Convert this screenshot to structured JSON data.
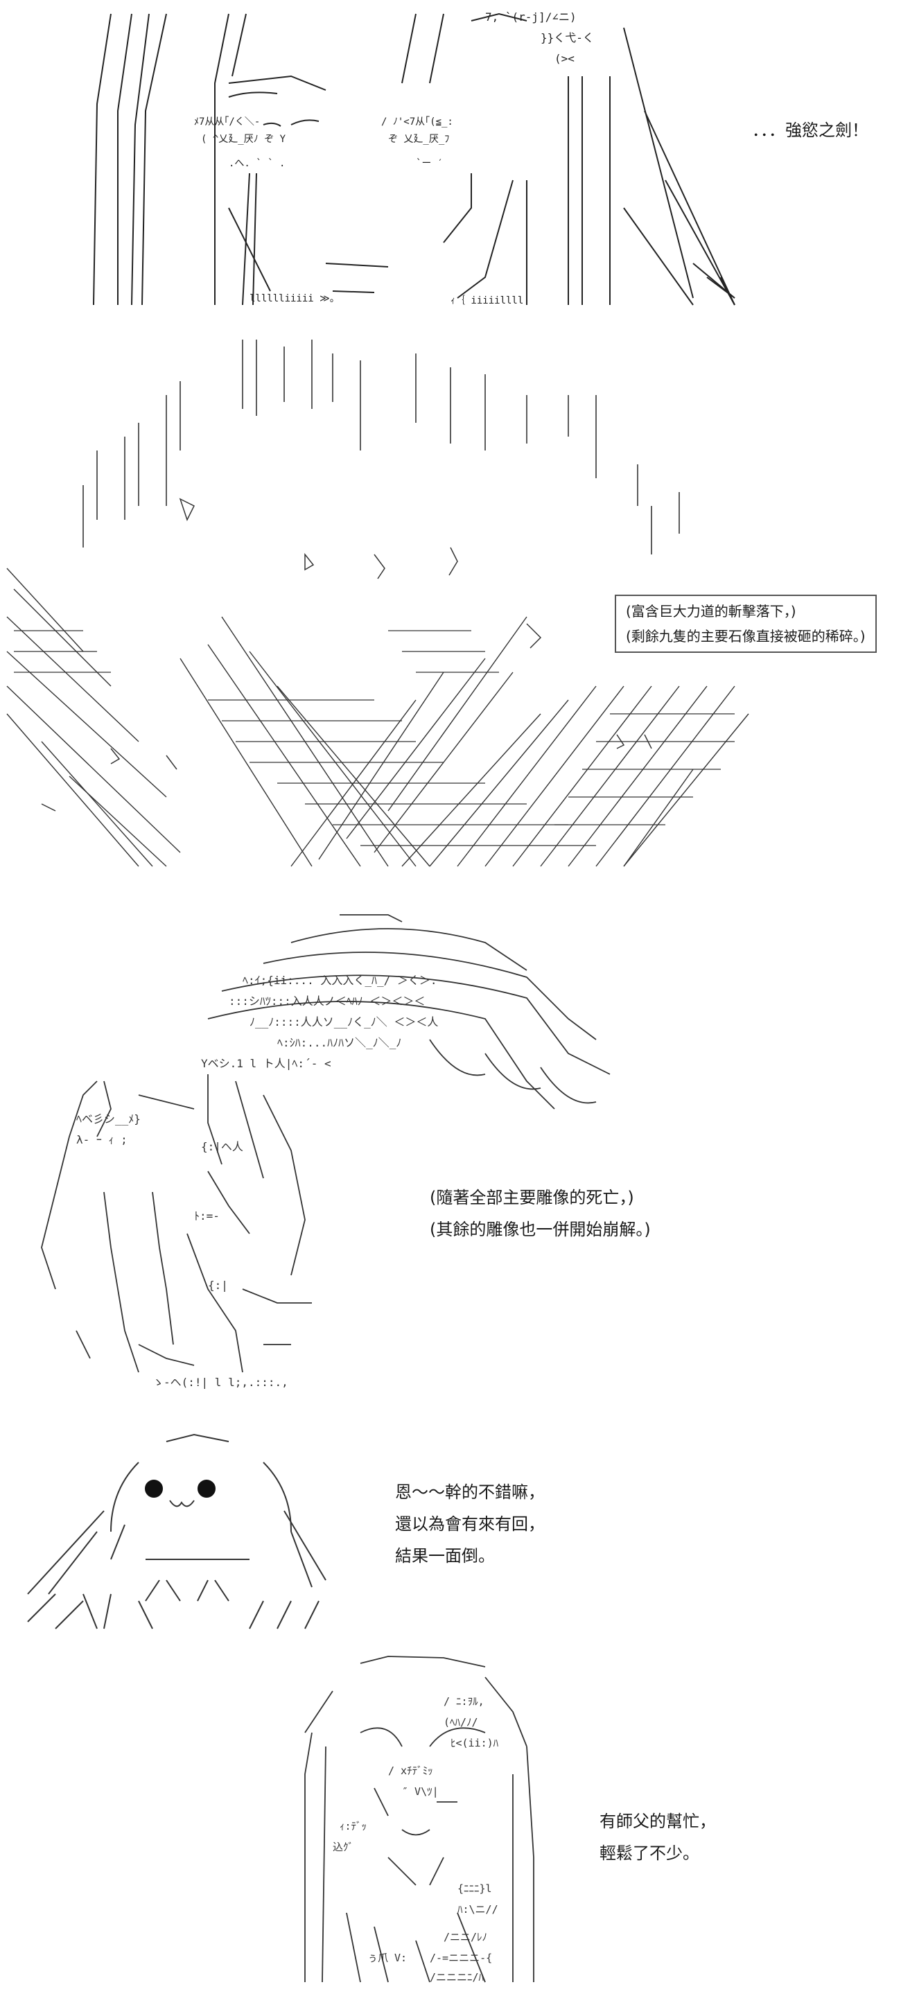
{
  "panels": [
    {
      "id": "panel-1",
      "caption_lines": [
        "．．．強慾之劍！"
      ]
    },
    {
      "id": "panel-2",
      "caption_lines": [
        "(富含巨大力道的斬擊落下，)",
        "(剩餘九隻的主要石像直接被砸的稀碎。)"
      ]
    },
    {
      "id": "panel-3",
      "caption_lines": [
        "(隨著全部主要雕像的死亡，)",
        "(其餘的雕像也一併開始崩解。)"
      ]
    },
    {
      "id": "panel-4",
      "caption_lines": [
        "恩～～幹的不錯嘛，",
        "還以為會有來有回，",
        "結果一面倒。"
      ]
    },
    {
      "id": "panel-5",
      "caption_lines": [
        "有師父的幫忙，",
        "輕鬆了不少。"
      ]
    }
  ],
  "colors": {
    "background": "#ffffff",
    "ink": "#1a1a1a",
    "box_border": "#555555"
  }
}
